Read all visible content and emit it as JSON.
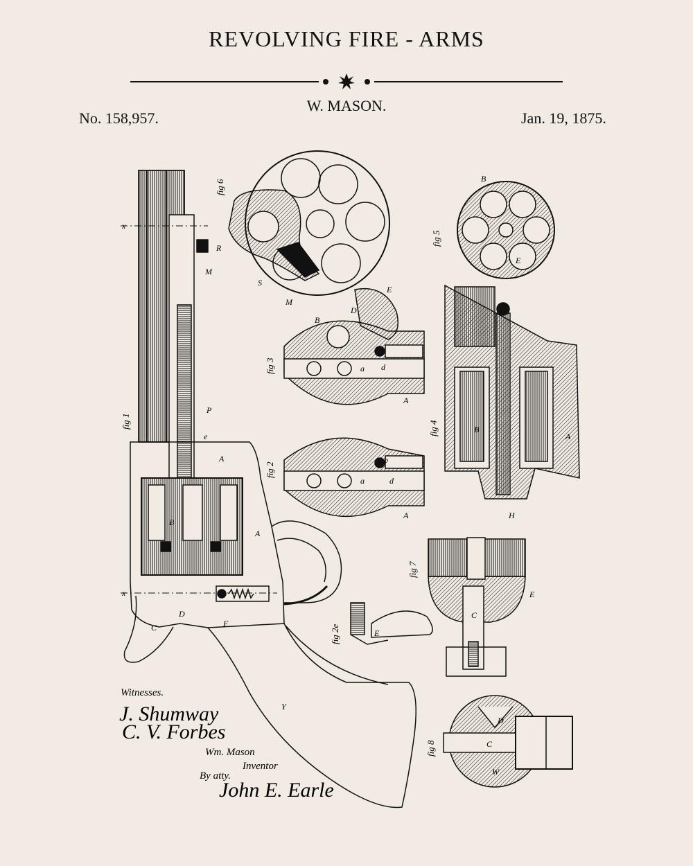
{
  "header": {
    "title": "REVOLVING FIRE - ARMS",
    "inventor": "W. MASON.",
    "patent_number": "No. 158,957.",
    "date": "Jan. 19, 1875."
  },
  "figures": {
    "fig1": "fig 1",
    "fig2": "fig 2",
    "fig2e": "fig 2e",
    "fig3": "fig 3",
    "fig4": "fig 4",
    "fig5": "fig 5",
    "fig6": "fig 6",
    "fig7": "fig 7",
    "fig8": "fig 8"
  },
  "part_letters": {
    "A": "A",
    "B": "B",
    "C": "C",
    "D": "D",
    "E": "E",
    "F": "F",
    "H": "H",
    "M": "M",
    "P": "P",
    "R": "R",
    "S": "S",
    "W": "W",
    "Y": "Y",
    "a": "a",
    "b": "b",
    "d": "d",
    "e": "e",
    "x": "x"
  },
  "signatures": {
    "witnesses_heading": "Witnesses.",
    "witness_1": "J. Shumway",
    "witness_2": "C. V. Forbes",
    "inventor_name": "Wm. Mason",
    "inventor_role": "Inventor",
    "by_atty": "By atty.",
    "attorney": "John E. Earle"
  }
}
